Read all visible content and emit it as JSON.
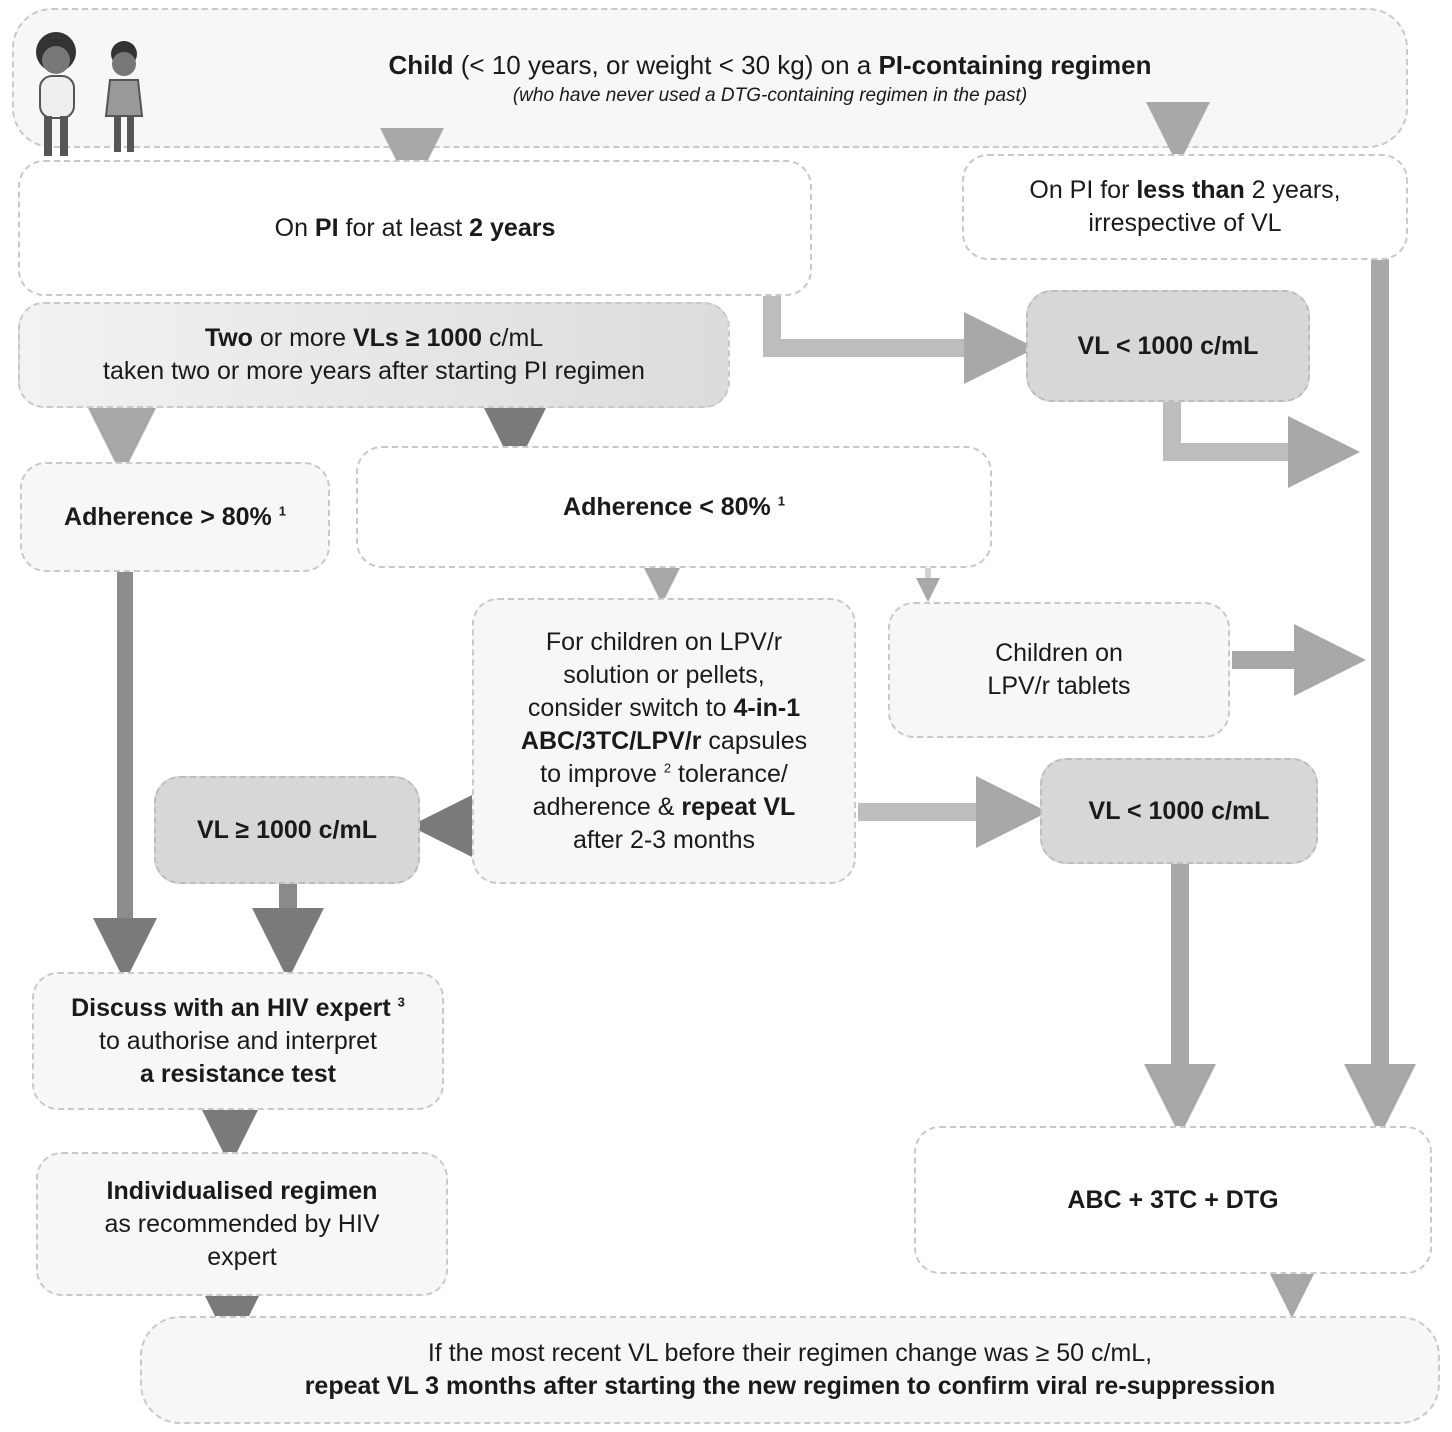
{
  "header": {
    "line1": {
      "a": "Child",
      "b": " (< 10 years, or weight < 30 kg) on a ",
      "c": "PI-containing regimen"
    },
    "line2": "(who have never used a DTG-containing regimen in the past)"
  },
  "pi_at_least": {
    "a": "On ",
    "b": "PI",
    "c": " for at least ",
    "d": "2 years"
  },
  "pi_less": {
    "a": "On PI for ",
    "b": "less than",
    "c": " 2 years,",
    "d": "irrespective of VL"
  },
  "two_vls": {
    "a": "Two",
    "b": " or more ",
    "c": "VLs ≥ 1000",
    "d": " c/mL",
    "e": "taken two or more years after starting PI regimen"
  },
  "vl_lt_top": "VL < 1000 c/mL",
  "adh_gt": {
    "a": "Adherence > 80%",
    "sup": "1"
  },
  "adh_lt": {
    "a": "Adherence < 80%",
    "sup": "1"
  },
  "lpv_solution": {
    "l1": "For children on LPV/r",
    "l2": "solution or pellets,",
    "l3a": "consider switch to ",
    "l3b": "4-in-1",
    "l4a": "ABC/3TC/LPV/r",
    "l4b": " capsules",
    "l5a": "to improve ",
    "l5sup": "2",
    "l5b": " tolerance/",
    "l6a": "adherence & ",
    "l6b": "repeat VL",
    "l7": "after 2-3 months"
  },
  "lpv_tablets": {
    "l1": "Children on",
    "l2": "LPV/r tablets"
  },
  "vl_ge": "VL ≥ 1000 c/mL",
  "vl_lt_mid": "VL < 1000 c/mL",
  "discuss": {
    "a": "Discuss with an HIV expert",
    "sup": "3",
    "b": "to authorise and interpret",
    "c": "a resistance test"
  },
  "individualised": {
    "a": "Individualised regimen",
    "b": "as recommended by HIV",
    "c": "expert"
  },
  "abc": "ABC + 3TC + DTG",
  "footer": {
    "a": "If the most recent VL before their regimen change was ≥ 50 c/mL,",
    "b": "repeat VL 3 months after starting the new regimen to confirm viral re-suppression"
  }
}
